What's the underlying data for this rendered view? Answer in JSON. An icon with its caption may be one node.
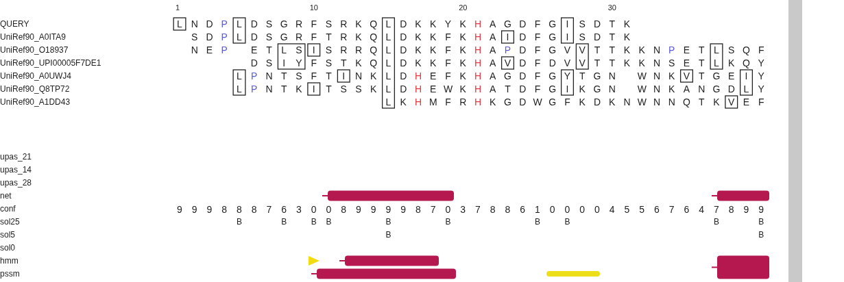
{
  "diagram": {
    "labels": [
      "1",
      "10",
      "20",
      "30",
      "QUERY",
      "L N D P L D S G R F S R K Q L D K K Y K H A G D F G I S D T K",
      "UniRef90_A0ITA9",
      "S D P L D S G R F T R K Q L D K K F K H A I D F G I S D T K",
      "UniRef90_O18937",
      "N E P",
      "E T L S I S R R Q L D K K F K H A P D F G V V T T K K N P E T L S Q F",
      "UniRef90_UPI00005F7DE1",
      "D S I Y F S T K Q L D K K F K H A V D F D V V T T K K N S E T L K Q Y",
      "UniRef90_A0UWJ4",
      "L P N T S F T I N K L D H E F K H A G D F G Y T G N",
      "W N K V T G E I Y",
      "UniRef90_Q8TP72",
      "L P N T K I T S S K L D H E W K H A T D F G I K G N",
      "W N K A N G D L Y",
      "UniRef90_A1DD43",
      "L K H M F R H K G D W G F K D K N W N N Q T K V E F",
      "upas_21",
      "upas_14",
      "upas_28",
      "net",
      "conf",
      "9 9 9 8 8 8 7 6 3 0 0 8 9 9 9 9 8 7 0 3 7 8 8 6 1 0 0 0 0 4 5 5 6 7 6 4 7 8 9 9",
      "sol25",
      "B",
      "B",
      "B",
      "B",
      "B",
      "B",
      "B",
      "B",
      "B",
      "B",
      "sol5",
      "B",
      "B",
      "sol0",
      "hmm",
      "pssm"
    ]
  }
}
